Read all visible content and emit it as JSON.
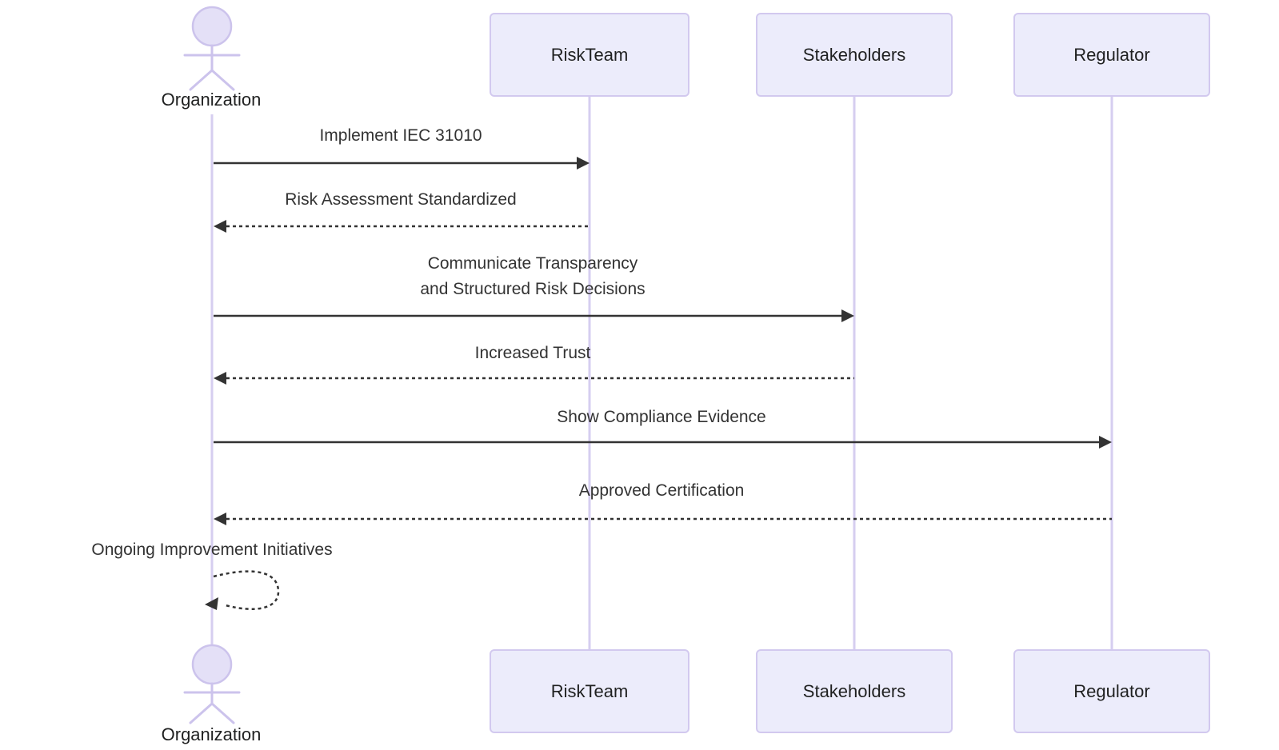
{
  "diagram_kind": "sequence",
  "colors": {
    "background": "#ffffff",
    "participant_fill": "#ececfb",
    "participant_border": "#d2c9ef",
    "lifeline": "#d6cef0",
    "actor_stroke": "#ccc3ec",
    "actor_fill": "#e4e0f7",
    "message_line": "#333333",
    "message_text": "#333333",
    "text": "#1f2020"
  },
  "participants": [
    {
      "id": "organization",
      "kind": "actor",
      "label": "Organization"
    },
    {
      "id": "riskteam",
      "kind": "participant",
      "label": "RiskTeam"
    },
    {
      "id": "stakeholders",
      "kind": "participant",
      "label": "Stakeholders"
    },
    {
      "id": "regulator",
      "kind": "participant",
      "label": "Regulator"
    }
  ],
  "messages": [
    {
      "from": "Organization",
      "to": "RiskTeam",
      "type": "solid",
      "label": "Implement IEC 31010"
    },
    {
      "from": "RiskTeam",
      "to": "Organization",
      "type": "dashed",
      "label": "Risk Assessment Standardized"
    },
    {
      "from": "Organization",
      "to": "Stakeholders",
      "type": "solid",
      "label": "Communicate Transparency and Structured Risk Decisions",
      "lines": [
        "Communicate Transparency",
        "and Structured Risk Decisions"
      ]
    },
    {
      "from": "Stakeholders",
      "to": "Organization",
      "type": "dashed",
      "label": "Increased Trust"
    },
    {
      "from": "Organization",
      "to": "Regulator",
      "type": "solid",
      "label": "Show Compliance Evidence"
    },
    {
      "from": "Regulator",
      "to": "Organization",
      "type": "dashed",
      "label": "Approved Certification"
    },
    {
      "from": "Organization",
      "to": "Organization",
      "type": "dashed-self",
      "label": "Ongoing Improvement Initiatives"
    }
  ]
}
